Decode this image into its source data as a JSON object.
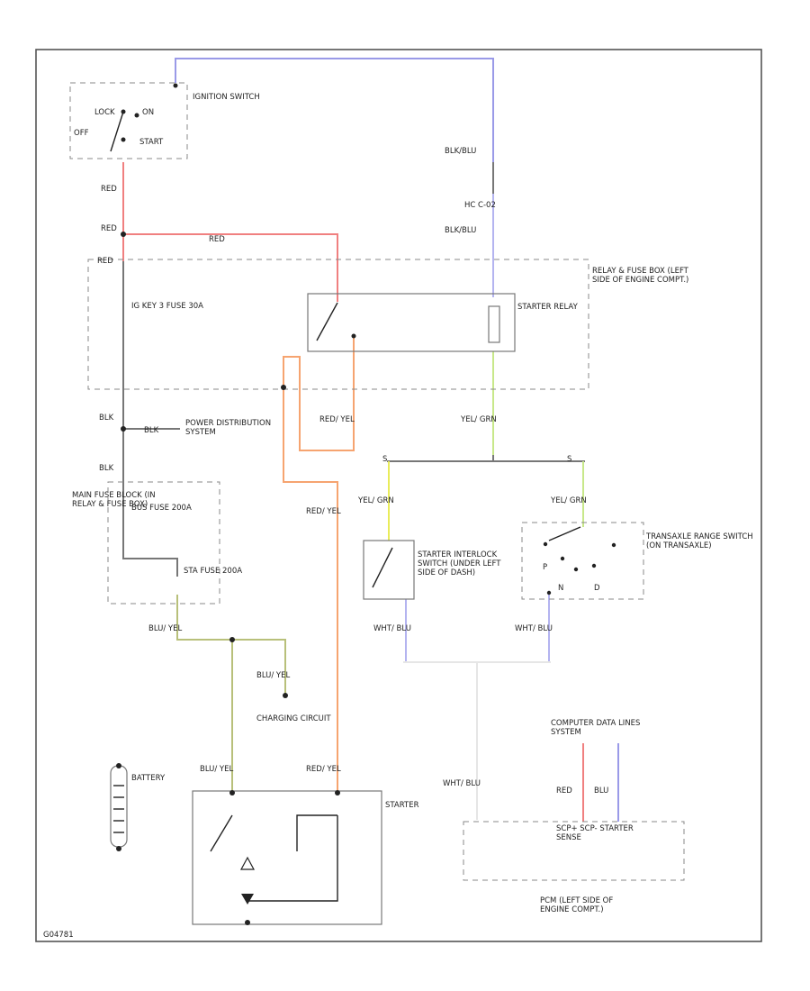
{
  "colors": {
    "red": "#f08080",
    "blue": "#9a9ae8",
    "black": "#7a7a7a",
    "green": "#c8e88a",
    "yellow": "#e9ec5a",
    "orange": "#f6a470",
    "olive": "#b8c07a",
    "violet": "#b4b4f0",
    "white": "#e6e6e6"
  },
  "labels": {
    "ignition_switch": "IGNITION SWITCH",
    "sw_lock": "LOCK",
    "sw_on": "ON",
    "sw_off": "OFF",
    "sw_start": "START",
    "relay_box": "RELAY & FUSE BOX (LEFT SIDE OF ENGINE COMPT.)",
    "fuse_igkey": "IG KEY 3 FUSE 30A",
    "starter_relay": "STARTER RELAY",
    "power_dist": "POWER DISTRIBUTION SYSTEM",
    "main_fuse_block": "MAIN FUSE BLOCK (IN RELAY & FUSE BOX)",
    "fuse_bus": "BUS FUSE 200A",
    "fuse_sta": "STA FUSE 200A",
    "starter_interlock": "STARTER INTERLOCK SWITCH (UNDER LEFT SIDE OF DASH)",
    "transaxle_switch": "TRANSAXLE RANGE SWITCH (ON TRANSAXLE)",
    "charging_circuit": "CHARGING CIRCUIT",
    "battery": "BATTERY",
    "starter": "STARTER",
    "pcm": "PCM (LEFT SIDE OF ENGINE COMPT.)",
    "computer_data_lines": "COMPUTER DATA LINES SYSTEM",
    "hc_label": "HC C-02",
    "park": "P",
    "neutral": "N",
    "drive": "D",
    "pcm_pins": "SCP+  SCP-  STARTER SENSE",
    "footer_code": "G04781"
  },
  "wire_labels": {
    "blk_blu_1": "BLK/BLU",
    "blk_blu_2": "BLK/BLU",
    "red_1": "RED",
    "red_2": "RED",
    "red_3": "RED",
    "red_4": "RED",
    "red_yel_1": "RED/ YEL",
    "red_yel_2": "RED/ YEL",
    "red_yel_3": "RED/ YEL",
    "yel_grn_1": "YEL/ GRN",
    "yel_grn_2": "YEL/ GRN",
    "yel_grn_3": "YEL/ GRN",
    "blk_1": "BLK",
    "blk_2": "BLK",
    "blk_3": "BLK",
    "blu_yel_1": "BLU/ YEL",
    "blu_yel_2": "BLU/ YEL",
    "blu_yel_3": "BLU/ YEL",
    "wht_blu_1": "WHT/ BLU",
    "wht_blu_2": "WHT/ BLU",
    "wht_blu_3": "WHT/ BLU",
    "red_5": "RED",
    "blu": "BLU",
    "s_1": "S",
    "s_2": "S"
  }
}
